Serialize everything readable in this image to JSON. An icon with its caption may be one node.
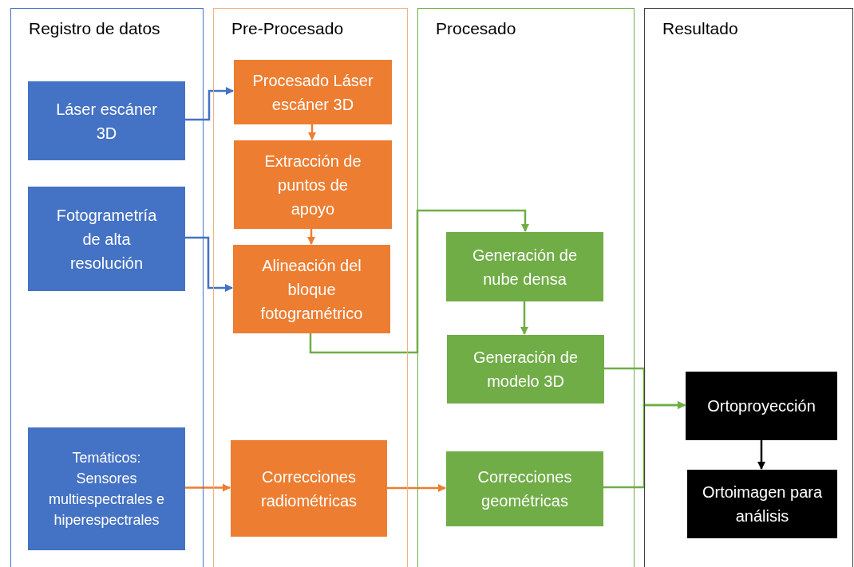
{
  "diagram": {
    "nodes": [
      {
        "text": [
          "Registro de datos"
        ]
      },
      {
        "text": [
          "Pre-Procesado"
        ]
      },
      {
        "text": [
          "Procesado"
        ]
      },
      {
        "text": [
          "Resultado"
        ]
      },
      {
        "text": [
          "Láser escáner 3D"
        ],
        "in": 0
      },
      {
        "text": [
          "Fotogrametría de alta resolución"
        ],
        "in": 0
      },
      {
        "text": [
          "Temáticos: Sensores multiespectrales e hiperespectrales"
        ],
        "in": 0
      },
      {
        "text": [
          "Procesado Láser escáner 3D"
        ],
        "in": 1
      },
      {
        "text": [
          "Extracción de puntos de apoyo"
        ],
        "in": 1
      },
      {
        "text": [
          "Alineación del bloque fotogramétrico"
        ],
        "in": 1
      },
      {
        "text": [
          "Correcciones radiométricas"
        ],
        "in": 1
      },
      {
        "text": [
          "Generación de nube densa"
        ],
        "in": 2
      },
      {
        "text": [
          "Generación de modelo 3D"
        ],
        "in": 2
      },
      {
        "text": [
          "Correcciones geométricas"
        ],
        "in": 2
      },
      {
        "text": [
          "Ortoproyección"
        ],
        "in": 3
      },
      {
        "text": [
          "Ortoimagen para análisis"
        ],
        "in": 3
      }
    ],
    "edges": [
      {
        "from": 4,
        "to": 7,
        "arrow": "to",
        "color": "#4472c4"
      },
      {
        "from": 5,
        "to": 9,
        "arrow": "to",
        "color": "#4472c4"
      },
      {
        "from": 7,
        "to": 8,
        "arrow": "to",
        "color": "#ed7d31"
      },
      {
        "from": 8,
        "to": 9,
        "arrow": "to",
        "color": "#ed7d31"
      },
      {
        "from": 9,
        "to": 11,
        "arrow": "to",
        "color": "#70ad47"
      },
      {
        "from": 11,
        "to": 12,
        "arrow": "to",
        "color": "#70ad47"
      },
      {
        "from": 12,
        "to": 14,
        "arrow": "to",
        "color": "#70ad47"
      },
      {
        "from": 13,
        "to": 14,
        "arrow": "to",
        "color": "#70ad47"
      },
      {
        "from": 6,
        "to": 10,
        "arrow": "to",
        "color": "#ed7d31"
      },
      {
        "from": 10,
        "to": 13,
        "arrow": "to",
        "color": "#ed7d31"
      },
      {
        "from": 14,
        "to": 15,
        "arrow": "to",
        "color": "#000000"
      }
    ]
  }
}
